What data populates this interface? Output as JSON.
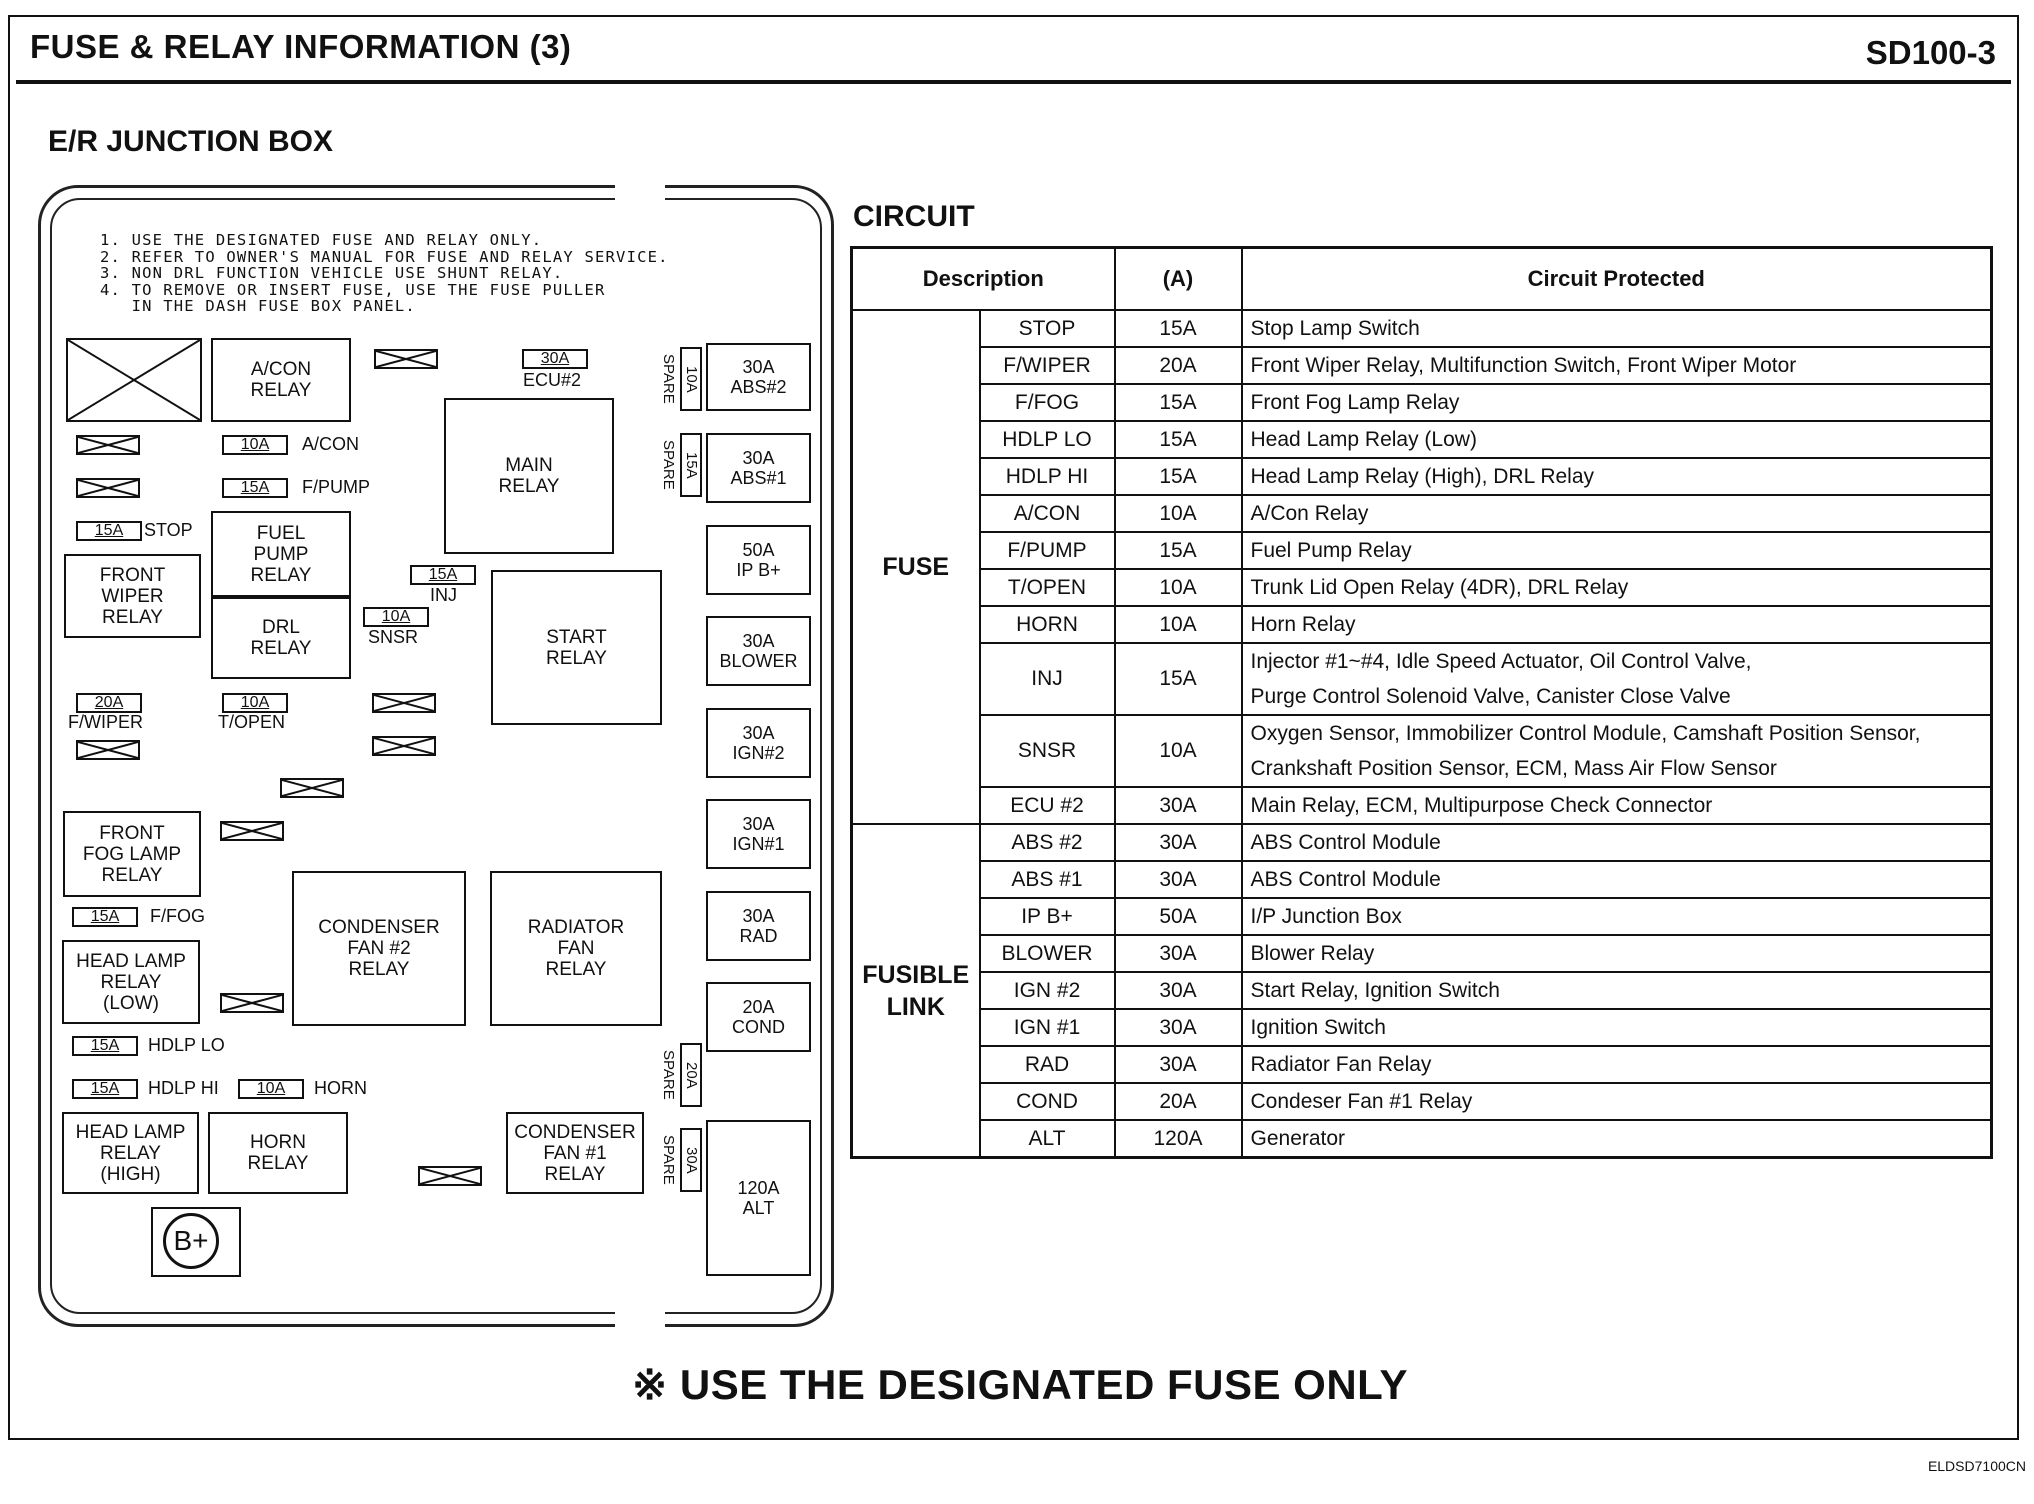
{
  "header": {
    "title": "FUSE & RELAY INFORMATION (3)",
    "code": "SD100-3"
  },
  "section_title": "E/R JUNCTION BOX",
  "notes": [
    "1. USE THE DESIGNATED FUSE AND RELAY ONLY.",
    "2. REFER TO OWNER'S MANUAL FOR FUSE AND RELAY SERVICE.",
    "3. NON DRL FUNCTION VEHICLE USE SHUNT RELAY.",
    "4. TO REMOVE OR INSERT FUSE, USE THE FUSE PULLER",
    "   IN THE DASH FUSE BOX PANEL."
  ],
  "relays": {
    "acon": "A/CON\nRELAY",
    "main": "MAIN\nRELAY",
    "fuel_pump": "FUEL\nPUMP\nRELAY",
    "front_wiper": "FRONT\nWIPER\nRELAY",
    "drl": "DRL\nRELAY",
    "start": "START\nRELAY",
    "front_fog": "FRONT\nFOG LAMP\nRELAY",
    "condenser2": "CONDENSER\nFAN #2\nRELAY",
    "radiator": "RADIATOR\nFAN\nRELAY",
    "head_low": "HEAD LAMP\nRELAY\n(LOW)",
    "head_high": "HEAD LAMP\nRELAY\n(HIGH)",
    "horn": "HORN\nRELAY",
    "condenser1": "CONDENSER\nFAN #1\nRELAY",
    "b_plus": "B+"
  },
  "fuses": {
    "ecu2": {
      "amp": "30A",
      "label": "ECU#2"
    },
    "acon": {
      "amp": "10A",
      "label": "A/CON"
    },
    "fpump": {
      "amp": "15A",
      "label": "F/PUMP"
    },
    "stop": {
      "amp": "15A",
      "label": "STOP"
    },
    "inj": {
      "amp": "15A",
      "label": "INJ"
    },
    "snsr": {
      "amp": "10A",
      "label": "SNSR"
    },
    "fwiper": {
      "amp": "20A",
      "label": "F/WIPER"
    },
    "topen": {
      "amp": "10A",
      "label": "T/OPEN"
    },
    "ffog": {
      "amp": "15A",
      "label": "F/FOG"
    },
    "hdlplo": {
      "amp": "15A",
      "label": "HDLP LO"
    },
    "hdlphi": {
      "amp": "15A",
      "label": "HDLP HI"
    },
    "horn": {
      "amp": "10A",
      "label": "HORN"
    }
  },
  "spares": [
    {
      "label": "SPARE",
      "amp": "10A"
    },
    {
      "label": "SPARE",
      "amp": "15A"
    },
    {
      "label": "SPARE",
      "amp": "20A"
    },
    {
      "label": "SPARE",
      "amp": "30A"
    }
  ],
  "links": {
    "abs2": "30A\nABS#2",
    "abs1": "30A\nABS#1",
    "ipb": "50A\nIP B+",
    "blower": "30A\nBLOWER",
    "ign2": "30A\nIGN#2",
    "ign1": "30A\nIGN#1",
    "rad": "30A\nRAD",
    "cond": "20A\nCOND",
    "alt": "120A\nALT"
  },
  "circuit": {
    "title": "CIRCUIT",
    "headers": [
      "Description",
      "(A)",
      "Circuit Protected"
    ],
    "groups": [
      {
        "name": "FUSE",
        "rows": [
          {
            "item": "STOP",
            "amp": "15A",
            "protected": "Stop Lamp Switch"
          },
          {
            "item": "F/WIPER",
            "amp": "20A",
            "protected": "Front Wiper Relay, Multifunction Switch, Front Wiper Motor"
          },
          {
            "item": "F/FOG",
            "amp": "15A",
            "protected": "Front Fog Lamp Relay"
          },
          {
            "item": "HDLP LO",
            "amp": "15A",
            "protected": "Head Lamp Relay (Low)"
          },
          {
            "item": "HDLP HI",
            "amp": "15A",
            "protected": "Head Lamp Relay (High), DRL Relay"
          },
          {
            "item": "A/CON",
            "amp": "10A",
            "protected": "A/Con Relay"
          },
          {
            "item": "F/PUMP",
            "amp": "15A",
            "protected": "Fuel Pump Relay"
          },
          {
            "item": "T/OPEN",
            "amp": "10A",
            "protected": "Trunk Lid Open Relay (4DR), DRL Relay"
          },
          {
            "item": "HORN",
            "amp": "10A",
            "protected": "Horn Relay"
          },
          {
            "item": "INJ",
            "amp": "15A",
            "protected": "Injector #1~#4, Idle Speed Actuator, Oil Control Valve,\nPurge Control Solenoid Valve, Canister Close Valve"
          },
          {
            "item": "SNSR",
            "amp": "10A",
            "protected": "Oxygen Sensor, Immobilizer Control Module, Camshaft Position Sensor,\nCrankshaft Position Sensor, ECM, Mass Air Flow Sensor"
          },
          {
            "item": "ECU #2",
            "amp": "30A",
            "protected": "Main Relay, ECM, Multipurpose Check Connector"
          }
        ]
      },
      {
        "name": "FUSIBLE\nLINK",
        "rows": [
          {
            "item": "ABS #2",
            "amp": "30A",
            "protected": "ABS Control Module"
          },
          {
            "item": "ABS #1",
            "amp": "30A",
            "protected": "ABS Control Module"
          },
          {
            "item": "IP B+",
            "amp": "50A",
            "protected": "I/P Junction Box"
          },
          {
            "item": "BLOWER",
            "amp": "30A",
            "protected": "Blower Relay"
          },
          {
            "item": "IGN #2",
            "amp": "30A",
            "protected": "Start Relay, Ignition Switch"
          },
          {
            "item": "IGN #1",
            "amp": "30A",
            "protected": "Ignition Switch"
          },
          {
            "item": "RAD",
            "amp": "30A",
            "protected": "Radiator Fan Relay"
          },
          {
            "item": "COND",
            "amp": "20A",
            "protected": "Condeser Fan #1 Relay"
          },
          {
            "item": "ALT",
            "amp": "120A",
            "protected": "Generator"
          }
        ]
      }
    ]
  },
  "footer": {
    "note": "※ USE THE DESIGNATED FUSE ONLY",
    "code": "ELDSD7100CN"
  }
}
